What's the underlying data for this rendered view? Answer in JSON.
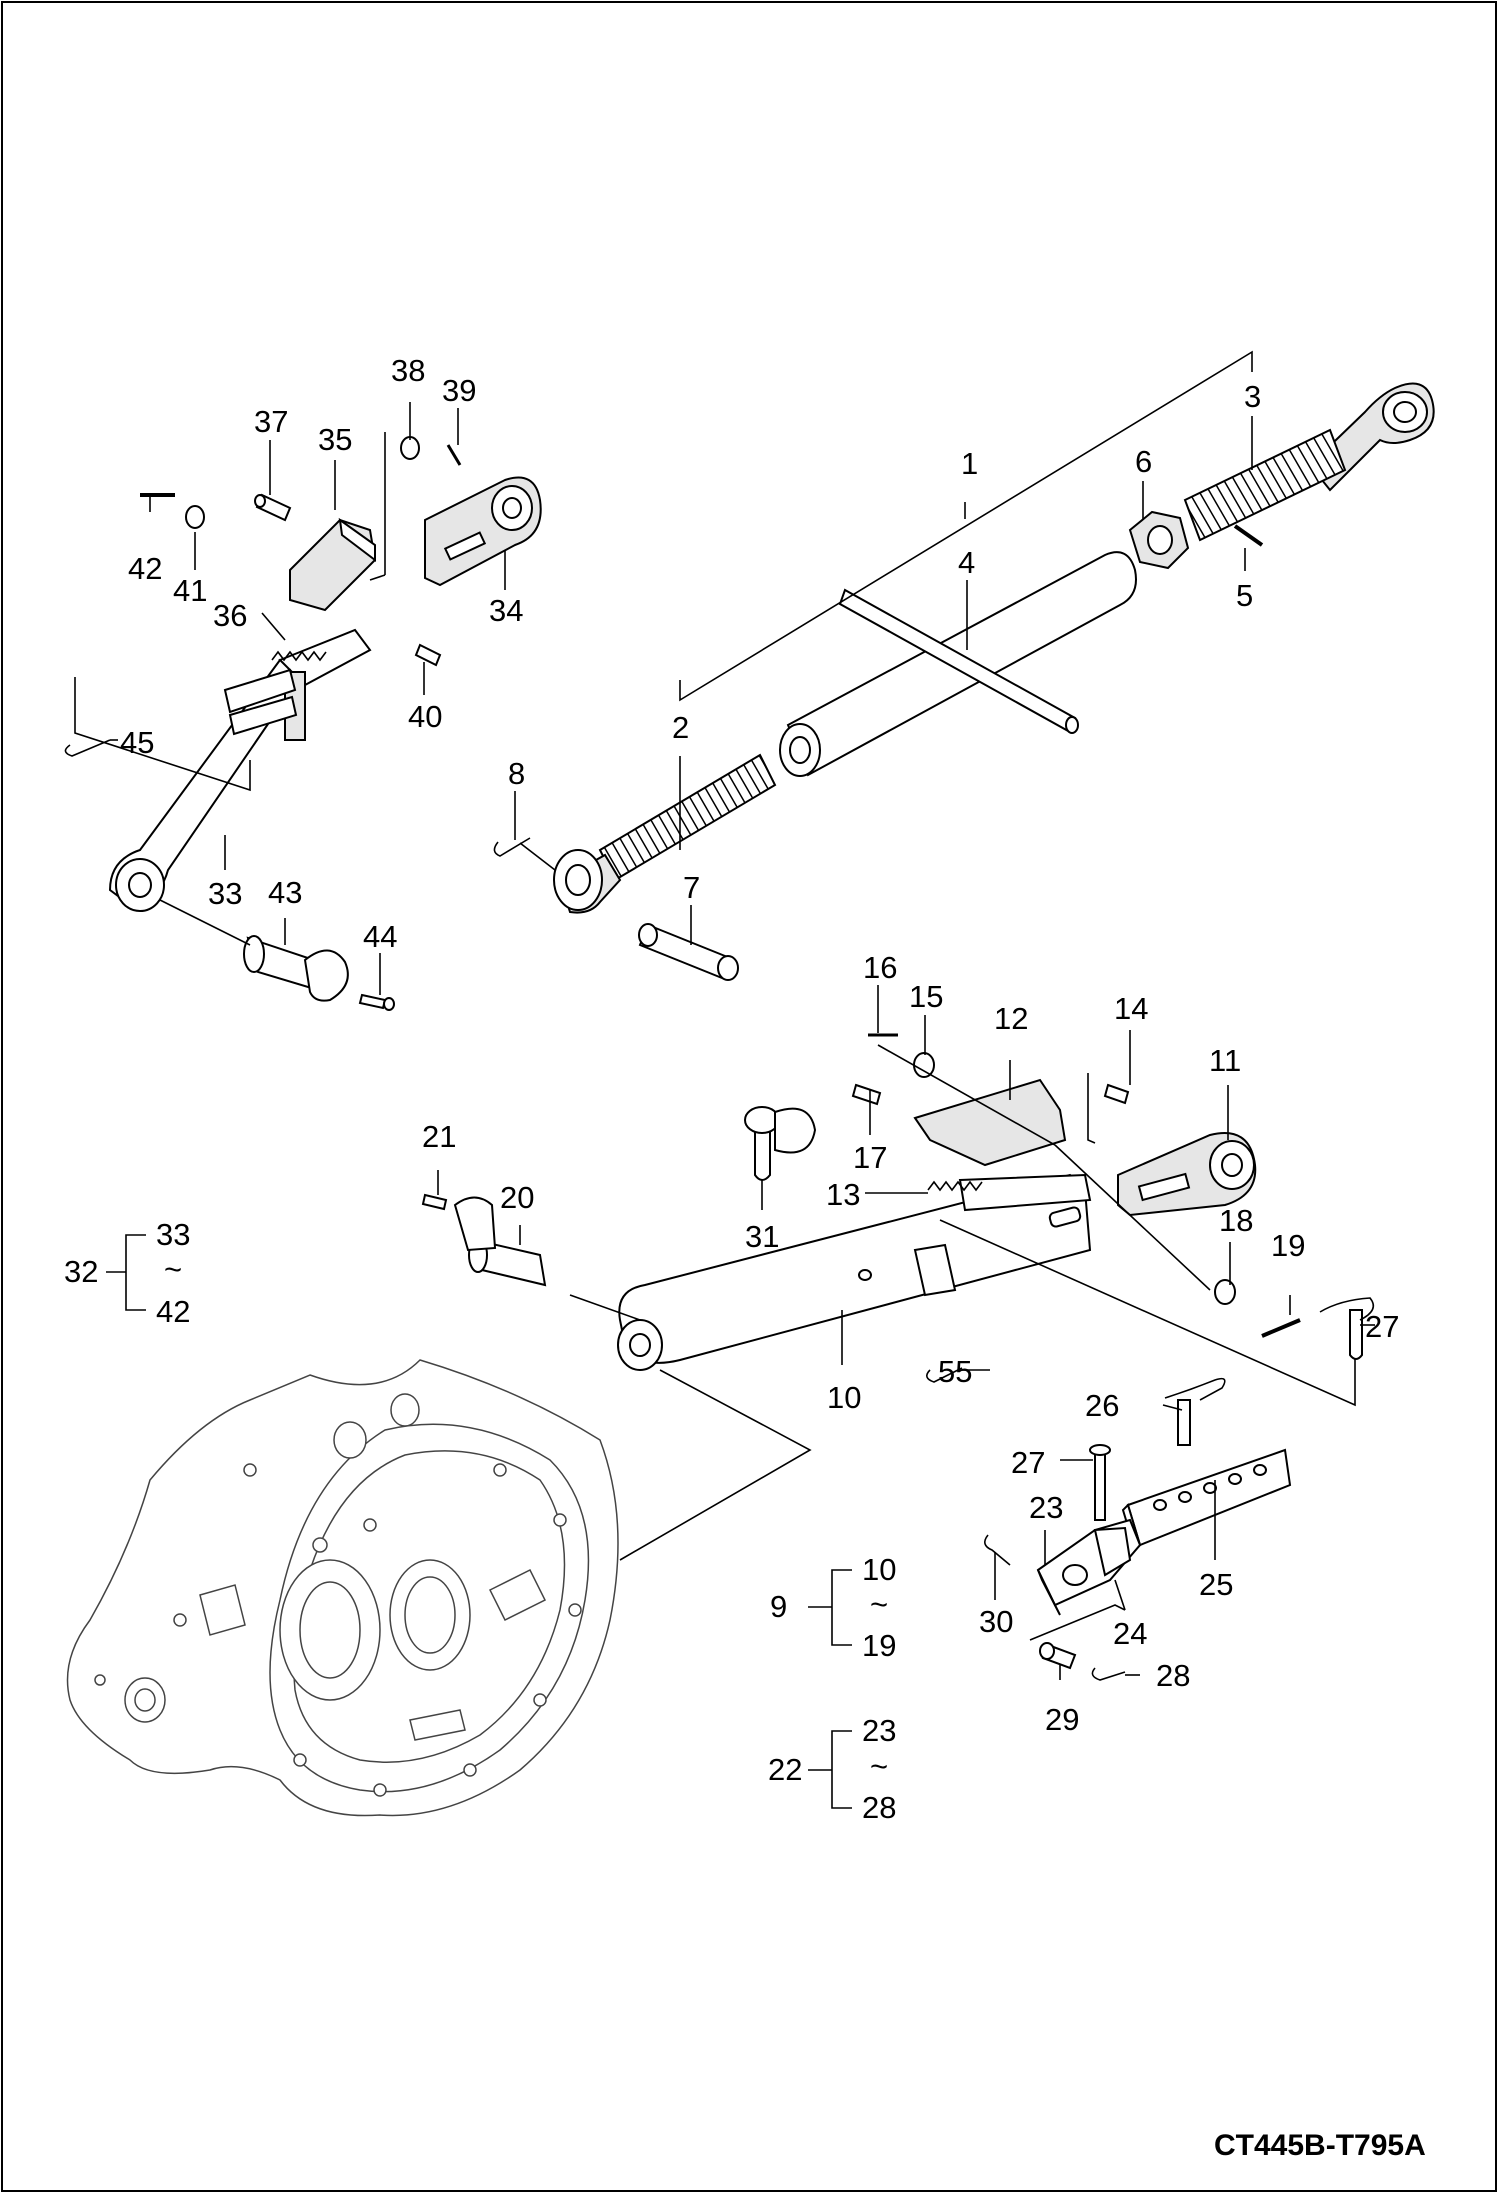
{
  "diagram": {
    "drawing_code": "CT445B-T795A",
    "part_numbers": [
      "1",
      "2",
      "3",
      "4",
      "5",
      "6",
      "7",
      "8",
      "10",
      "11",
      "12",
      "13",
      "14",
      "15",
      "16",
      "17",
      "18",
      "19",
      "20",
      "21",
      "23",
      "24",
      "25",
      "26",
      "27",
      "27",
      "28",
      "29",
      "30",
      "31",
      "33",
      "34",
      "35",
      "36",
      "37",
      "38",
      "39",
      "40",
      "41",
      "42",
      "43",
      "44",
      "45",
      "55"
    ],
    "assemblies": [
      {
        "number": "32",
        "from": "33",
        "sep": "~",
        "to": "42"
      },
      {
        "number": "9",
        "from": "10",
        "sep": "~",
        "to": "19"
      },
      {
        "number": "22",
        "from": "23",
        "sep": "~",
        "to": "28"
      }
    ]
  }
}
